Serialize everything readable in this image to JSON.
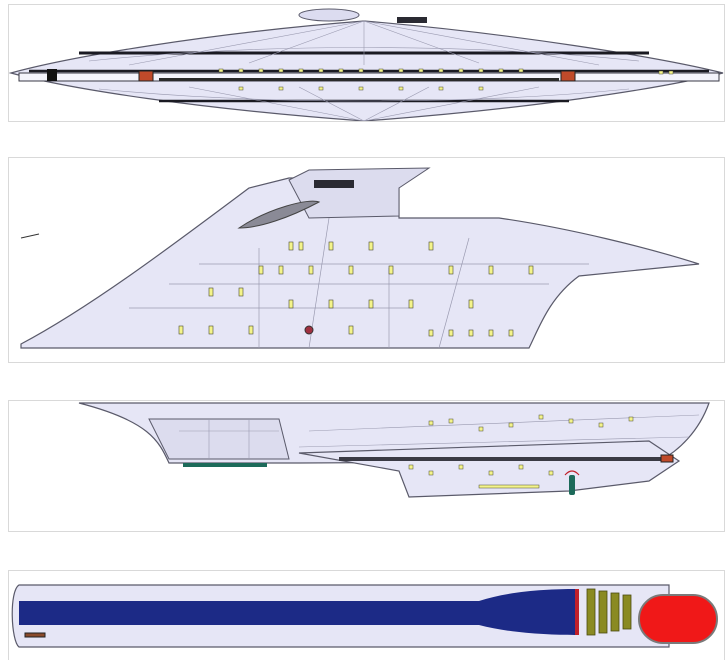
{
  "views": [
    {
      "name": "top-view"
    },
    {
      "name": "side-view-bow"
    },
    {
      "name": "side-view-full"
    },
    {
      "name": "bottom-view"
    }
  ],
  "colors": {
    "hull": "#e6e6f6",
    "hull_outline": "#5a5a6a",
    "panel_line": "#9a9ab0",
    "window": "#f4f48a",
    "window_outline": "#4a4a30",
    "dark": "#1a1a22",
    "stripe_blue": "#1c2a86",
    "stripe_red": "#c0202a",
    "deflector_red": "#f01818",
    "olive": "#8a8a22",
    "teal": "#1c6a5a"
  }
}
